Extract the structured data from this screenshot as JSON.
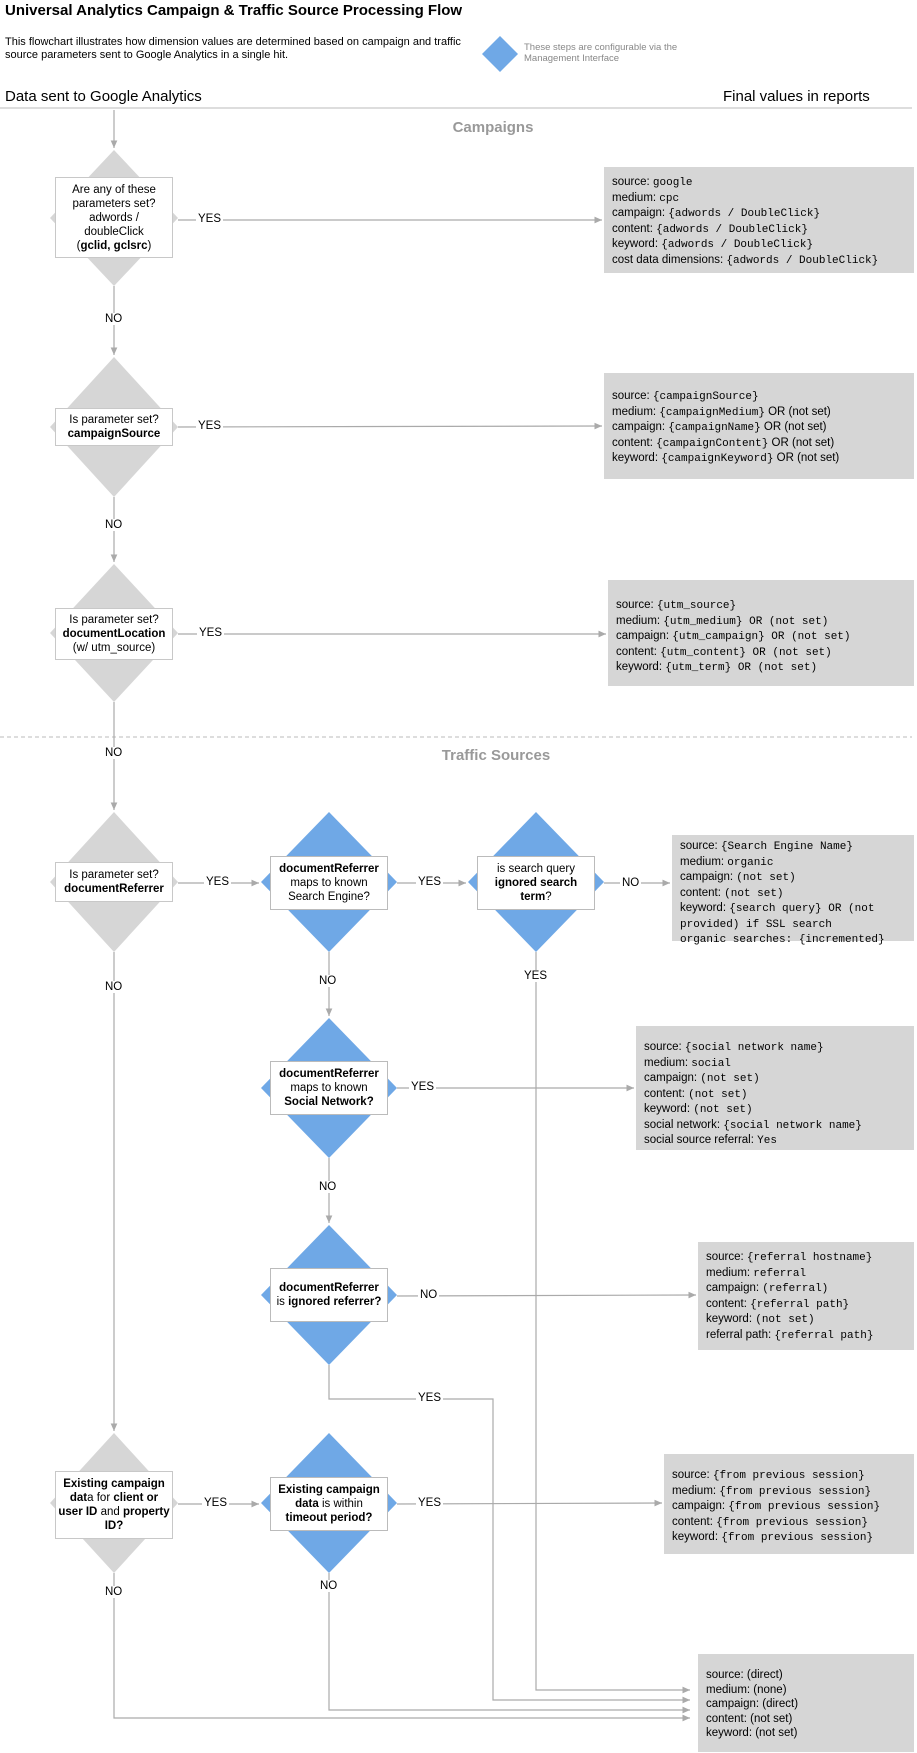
{
  "title": "Universal Analytics Campaign & Traffic Source Processing Flow",
  "intro": "This flowchart illustrates how dimension values are determined based on campaign and traffic source parameters sent to Google Analytics in a single hit.",
  "legend": {
    "text": "These steps are configurable via the Management Interface",
    "color": "#6fa8e6"
  },
  "headers": {
    "left": "Data sent to Google Analytics",
    "right": "Final values in reports"
  },
  "sections": {
    "campaigns": "Campaigns",
    "traffic": "Traffic Sources"
  },
  "labels": {
    "yes": "YES",
    "no": "NO"
  },
  "colors": {
    "gray_diamond": "#d6d6d6",
    "blue_diamond": "#6fa8e6",
    "line": "#aaaaaa",
    "result_bg": "#d6d6d6"
  },
  "questions": {
    "q1": [
      "Are any of these parameters set?",
      "adwords / doubleClick",
      "(",
      "gclid, gclsrc",
      ")"
    ],
    "q2": [
      "Is parameter set?",
      "campaignSource"
    ],
    "q3": [
      "Is parameter set?",
      "documentLocation",
      "(w/ utm_source)"
    ],
    "q4": [
      "Is parameter set?",
      "documentReferrer"
    ],
    "q5": [
      "documentReferrer",
      "maps to known Search Engine?"
    ],
    "q6": [
      "is search query",
      "ignored search term",
      "?"
    ],
    "q7": [
      "documentReferrer",
      "maps to known",
      "Social Network?"
    ],
    "q8": [
      "documentReferrer",
      "is",
      "ignored referrer?"
    ],
    "q9": [
      "Existing campaign dat",
      "a for",
      "client or user ID",
      "and",
      "property ID?"
    ],
    "q10": [
      "Existing campaign data",
      "is within",
      "timeout period?"
    ]
  },
  "results": {
    "r1": [
      [
        "source: ",
        "google"
      ],
      [
        "medium: ",
        "cpc"
      ],
      [
        "campaign: ",
        "{adwords / DoubleClick}"
      ],
      [
        "content: ",
        "{adwords / DoubleClick}"
      ],
      [
        "keyword: ",
        "{adwords / DoubleClick}"
      ],
      [
        "cost data dimensions: ",
        "{adwords / DoubleClick}"
      ]
    ],
    "r2": [
      [
        "source: ",
        "{campaignSource}",
        ""
      ],
      [
        "medium: ",
        "{campaignMedium}",
        " OR (not set)"
      ],
      [
        "campaign: ",
        "{campaignName}",
        " OR (not set)"
      ],
      [
        "content: ",
        "{campaignContent}",
        " OR (not set)"
      ],
      [
        "keyword: ",
        "{campaignKeyword}",
        " OR (not set)"
      ]
    ],
    "r3": [
      [
        "source: ",
        "{utm_source}"
      ],
      [
        "medium: ",
        "{utm_medium} OR (not set)"
      ],
      [
        "campaign: ",
        "{utm_campaign} OR (not set)"
      ],
      [
        "content: ",
        "{utm_content} OR (not set)"
      ],
      [
        "keyword: ",
        "{utm_term} OR (not set)"
      ]
    ],
    "r4": [
      [
        "source: ",
        "{Search Engine Name}"
      ],
      [
        "medium: ",
        "organic"
      ],
      [
        "campaign: ",
        "(not set)"
      ],
      [
        "content: ",
        "(not set)"
      ],
      [
        "keyword: ",
        "{search query} OR (not"
      ],
      [
        "",
        "provided) if SSL search"
      ],
      [
        "",
        "organic searches: {incremented}"
      ]
    ],
    "r5": [
      [
        "source: ",
        "{social network name}"
      ],
      [
        "medium: ",
        "social"
      ],
      [
        "campaign: ",
        "(not set)"
      ],
      [
        "content: ",
        "(not set)"
      ],
      [
        "keyword: ",
        "(not set)"
      ],
      [
        "social network: ",
        "{social network name}"
      ],
      [
        "social source referral: ",
        "Yes"
      ]
    ],
    "r6": [
      [
        "source: ",
        "{referral hostname}"
      ],
      [
        "medium: ",
        "referral"
      ],
      [
        "campaign: ",
        "(referral)"
      ],
      [
        "content: ",
        "{referral path}"
      ],
      [
        "keyword: ",
        "(not set)"
      ],
      [
        "referral path: ",
        "{referral path}"
      ]
    ],
    "r7": [
      [
        "source: ",
        "{from previous session}"
      ],
      [
        "medium: ",
        "{from previous session}"
      ],
      [
        "campaign: ",
        "{from previous session}"
      ],
      [
        "content: ",
        "{from previous session}"
      ],
      [
        "keyword: ",
        "{from previous session}"
      ]
    ],
    "r8": [
      "source: (direct)",
      "medium: (none)",
      "campaign: (direct)",
      "content: (not set)",
      "keyword: (not set)"
    ]
  }
}
